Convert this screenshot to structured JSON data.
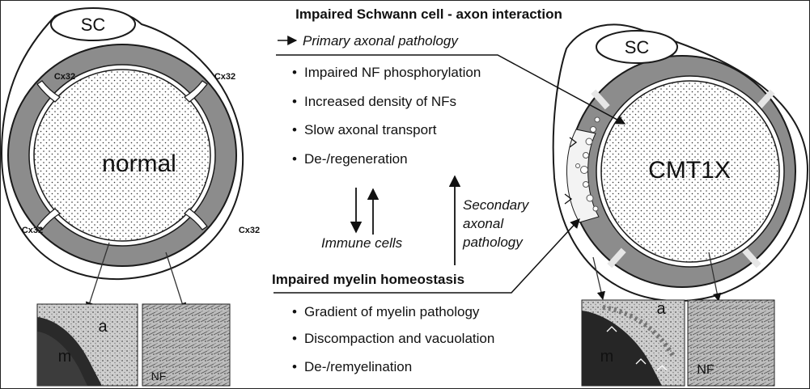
{
  "left_cell": {
    "sc_label": "SC",
    "axon_label": "normal",
    "connexin_labels": [
      "Cx32",
      "Cx32",
      "Cx32",
      "Cx32"
    ],
    "micrograph_1": {
      "labels": [
        "a",
        "m"
      ]
    },
    "micrograph_2": {
      "labels": [
        "NF"
      ]
    }
  },
  "right_cell": {
    "sc_label": "SC",
    "axon_label": "CMT1X",
    "micrograph_1": {
      "labels": [
        "a",
        "m"
      ]
    },
    "micrograph_2": {
      "labels": [
        "NF"
      ]
    }
  },
  "center": {
    "heading_top": "Impaired Schwann cell - axon interaction",
    "primary_label": "Primary axonal pathology",
    "axonal_items": [
      "Impaired NF phosphorylation",
      "Increased density of NFs",
      "Slow axonal transport",
      "De-/regeneration"
    ],
    "immune_label": "Immune cells",
    "secondary_label_line1": "Secondary",
    "secondary_label_line2": "axonal",
    "secondary_label_line3": "pathology",
    "heading_bottom": "Impaired myelin homeostasis",
    "myelin_items": [
      "Gradient of myelin pathology",
      "Discompaction and vacuolation",
      "De-/remyelination"
    ]
  },
  "colors": {
    "myelin_gray": "#8c8c8c",
    "outline": "#1a1a1a",
    "axon_fill": "#ffffff",
    "em_dark": "#2a2a2a",
    "em_light": "#d9d9d9"
  }
}
